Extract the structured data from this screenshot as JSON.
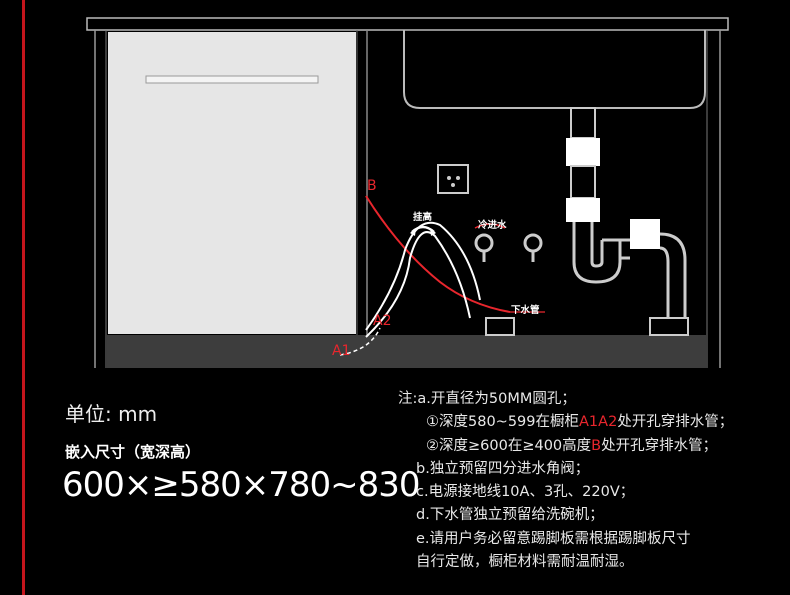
{
  "diagram": {
    "label_B": "B",
    "label_A2": "A2",
    "label_A1": "A1",
    "label_guagao": "挂高",
    "label_cold_water": "冷进水",
    "label_drain": "下水管"
  },
  "spec": {
    "unit": "单位: mm",
    "embed_title": "嵌入尺寸（宽深高）",
    "dimensions": "600×≥580×780~830"
  },
  "notes": {
    "a_prefix": "注:a.",
    "a_text": "开直径为50MM圆孔；",
    "a1_pre": "①深度580~599在橱柜",
    "a1_hl": "A1A2",
    "a1_post": "处开孔穿排水管；",
    "a2_pre": "②深度≥600在≥400高度",
    "a2_hl": "B",
    "a2_post": "处开孔穿排水管；",
    "b": "b.独立预留四分进水角阀；",
    "c": "c.电源接地线10A、3孔、220V；",
    "d": "d.下水管独立预留给洗碗机；",
    "e1": "e.请用户务必留意踢脚板需根据踢脚板尺寸",
    "e2": "自行定做，橱柜材料需耐温耐湿。"
  },
  "colors": {
    "accent_red": "#e8262d",
    "rule_red": "#c4151c"
  }
}
